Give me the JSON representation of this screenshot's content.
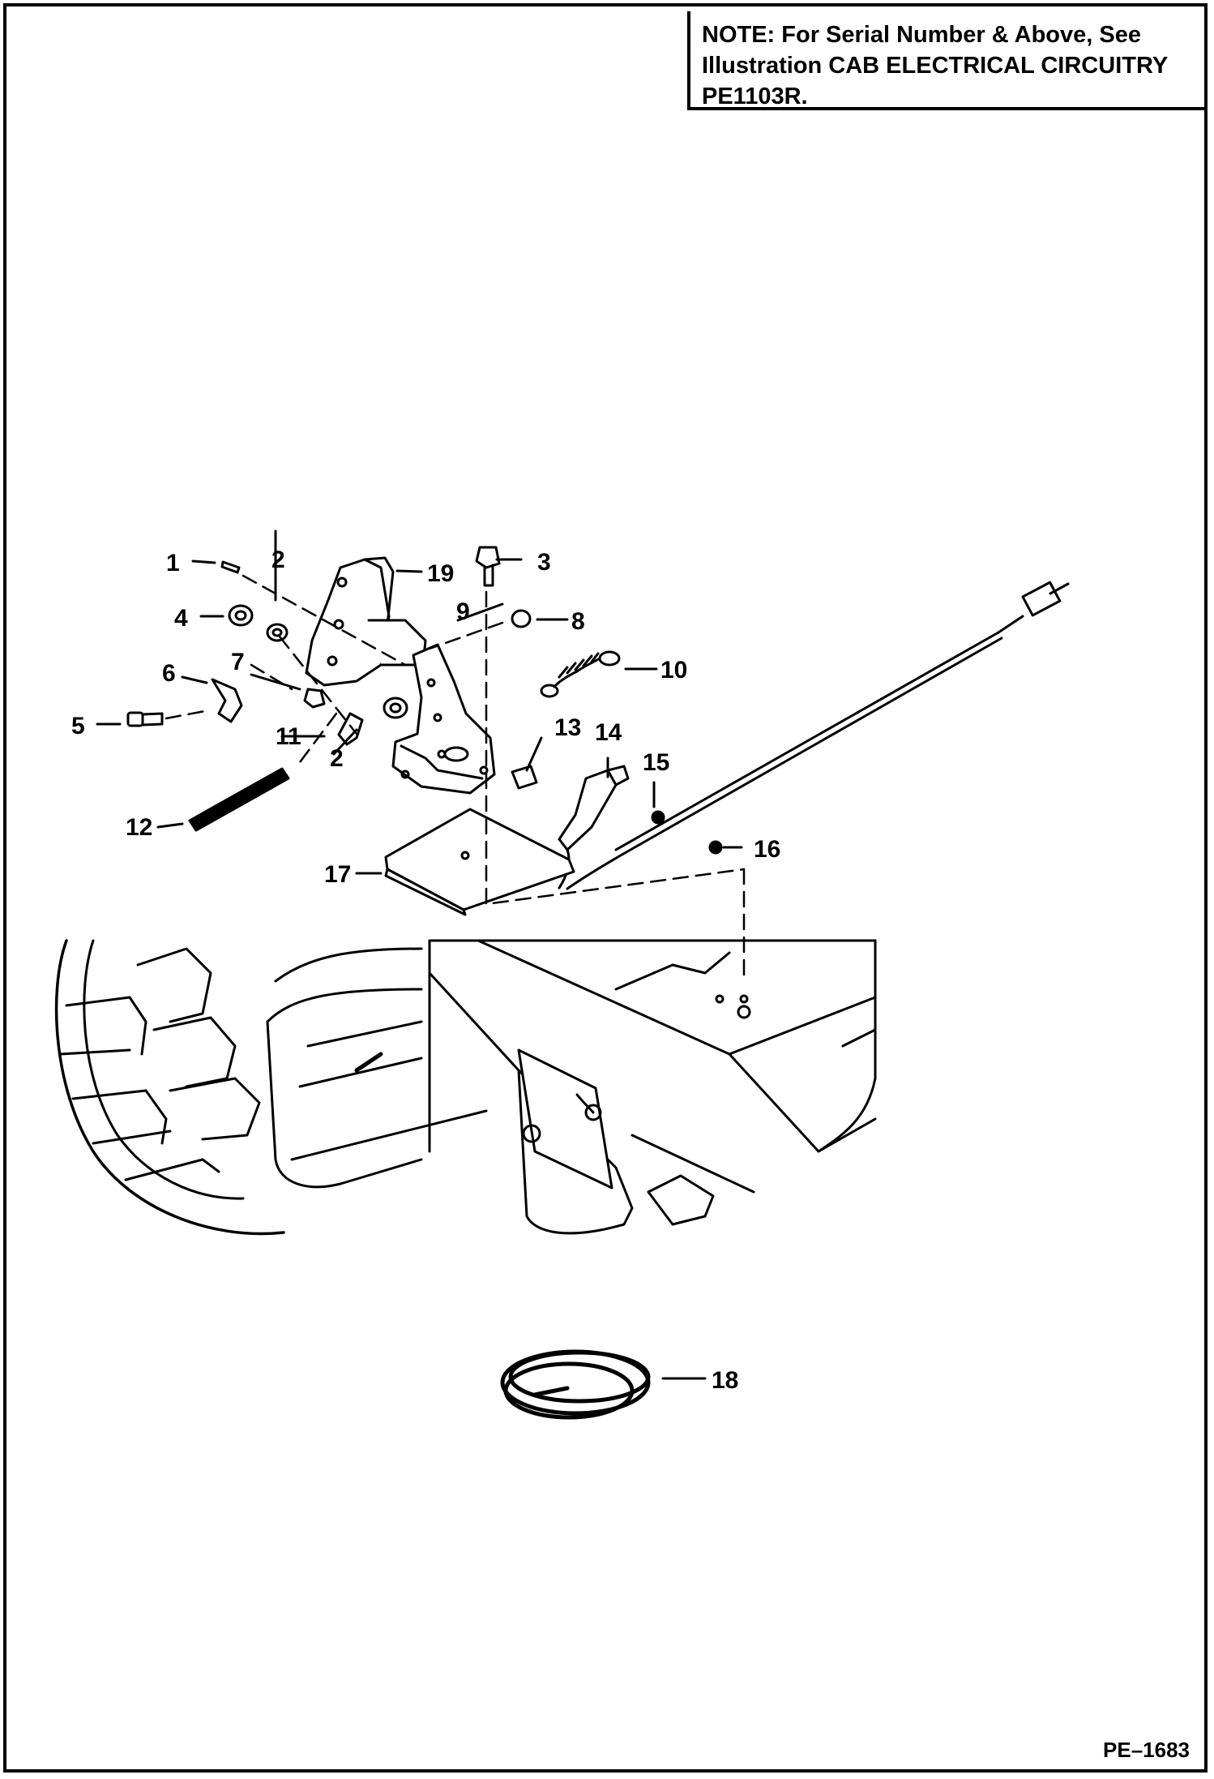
{
  "note": {
    "line1": "NOTE: For Serial Number & Above, See",
    "line2": "Illustration CAB ELECTRICAL CIRCUITRY",
    "line3": "PE1103R."
  },
  "callouts": [
    "1",
    "2",
    "3",
    "4",
    "5",
    "6",
    "7",
    "8",
    "9",
    "10",
    "11",
    "2",
    "12",
    "13",
    "14",
    "15",
    "16",
    "17",
    "18",
    "19"
  ],
  "figure_id": "PE–1683"
}
